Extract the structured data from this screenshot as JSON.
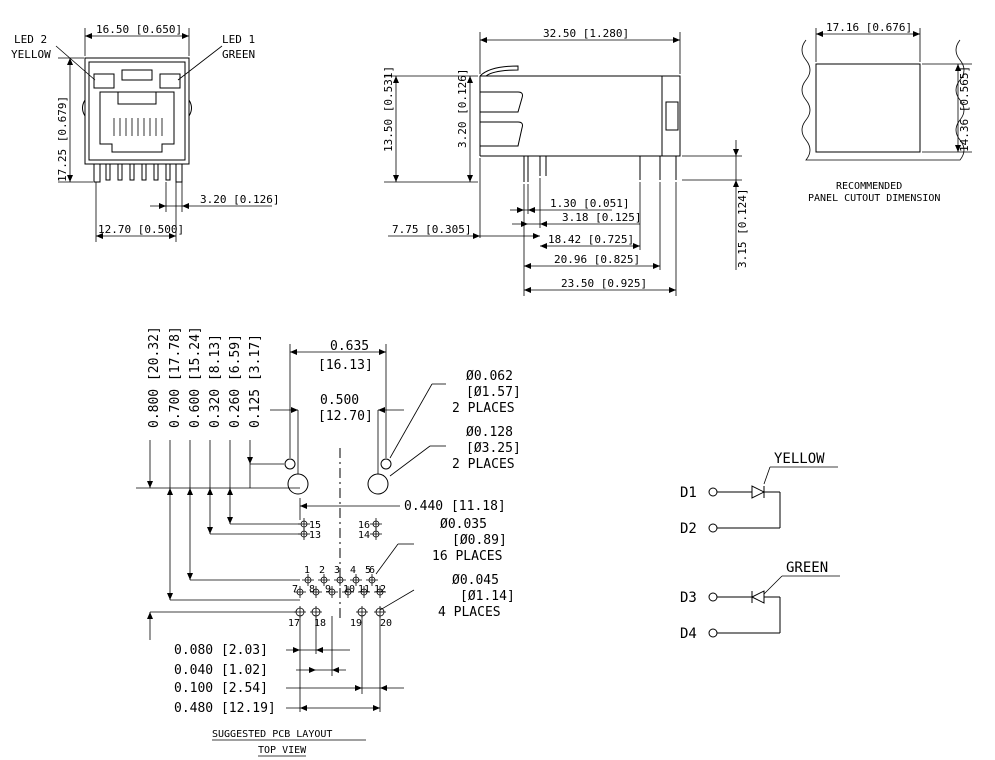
{
  "front_view": {
    "width_dim": "16.50 [0.650]",
    "height_dim": "17.25 [0.679]",
    "pin_pitch_dim": "3.20 [0.126]",
    "pin_span_dim": "12.70 [0.500]",
    "led2_label": "LED 2",
    "led2_color": "YELLOW",
    "led1_label": "LED 1",
    "led1_color": "GREEN"
  },
  "side_view": {
    "length_dim": "32.50 [1.280]",
    "height_dim": "13.50 [0.531]",
    "inner_dim": "3.20 [0.126]",
    "pin_length_dim": "3.15 [0.124]",
    "d1": "1.30 [0.051]",
    "d2": "3.18 [0.125]",
    "d3": "7.75 [0.305]",
    "d4": "18.42 [0.725]",
    "d5": "20.96 [0.825]",
    "d6": "23.50 [0.925]"
  },
  "panel_cutout": {
    "width_dim": "17.16 [0.676]",
    "height_dim": "14.36 [0.565]",
    "caption_line1": "RECOMMENDED",
    "caption_line2": "PANEL CUTOUT DIMENSION"
  },
  "pcb_layout": {
    "vertical_dims": [
      "0.800 [20.32]",
      "0.700 [17.78]",
      "0.600 [15.24]",
      "0.320 [8.13]",
      "0.260 [6.59]",
      "0.125 [3.17]"
    ],
    "top_dim_a": "0.635",
    "top_dim_a_mm": "[16.13]",
    "top_dim_b": "0.500",
    "top_dim_b_mm": "[12.70]",
    "hole1_dia": "Ø0.062",
    "hole1_mm": "[Ø1.57]",
    "hole1_places": "2 PLACES",
    "hole2_dia": "Ø0.128",
    "hole2_mm": "[Ø3.25]",
    "hole2_places": "2 PLACES",
    "offset_dim": "0.440  [11.18]",
    "pin_dia": "Ø0.035",
    "pin_mm": "[Ø0.89]",
    "pin_places": "16 PLACES",
    "pin2_dia": "Ø0.045",
    "pin2_mm": "[Ø1.14]",
    "pin2_places": "4 PLACES",
    "bottom_dims": [
      "0.080 [2.03]",
      "0.040 [1.02]",
      "0.100 [2.54]",
      "0.480 [12.19]"
    ],
    "pin_numbers": [
      "1",
      "2",
      "3",
      "4",
      "5",
      "6",
      "7",
      "8",
      "9",
      "10",
      "11",
      "12",
      "13",
      "14",
      "15",
      "16",
      "17",
      "18",
      "19",
      "20"
    ],
    "caption_line1": "SUGGESTED PCB LAYOUT",
    "caption_line2": "TOP VIEW"
  },
  "led_schematic": {
    "yellow_label": "YELLOW",
    "green_label": "GREEN",
    "pins": [
      "D1",
      "D2",
      "D3",
      "D4"
    ]
  }
}
